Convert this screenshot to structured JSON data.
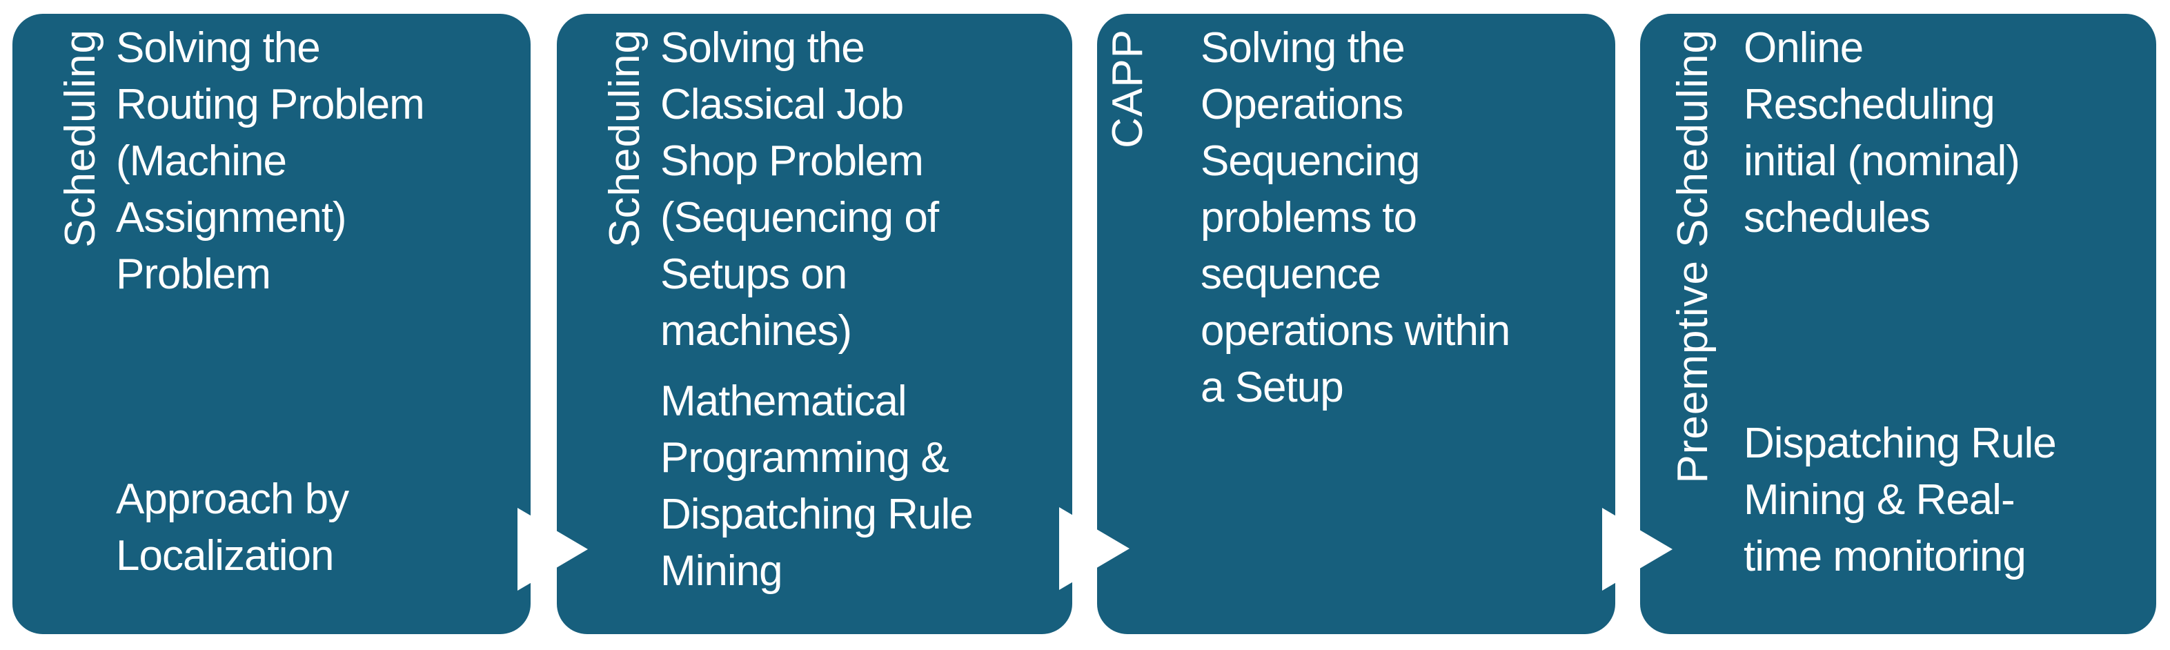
{
  "diagram": {
    "background_color": "#FFFFFF",
    "box_color": "#175F7D",
    "text_color": "#FFFFFF",
    "arrow_color": "#FFFFFF",
    "arrow_icon": "triangle-right"
  },
  "boxes": [
    {
      "side_label": "Scheduling",
      "text_top": "Solving the\nRouting Problem\n(Machine\nAssignment)\nProblem",
      "text_bottom": "Approach by\nLocalization"
    },
    {
      "side_label": "Scheduling",
      "text_top": "Solving the\nClassical Job\nShop Problem\n(Sequencing of\nSetups on\nmachines)",
      "text_bottom": "Mathematical\nProgramming &\nDispatching Rule\nMining"
    },
    {
      "side_label": "CAPP",
      "text_top": "Solving the\nOperations\nSequencing\nproblems to\nsequence\noperations within\na Setup",
      "text_bottom": ""
    },
    {
      "side_label": "Preemptive Scheduling",
      "text_top": "Online\nRescheduling\ninitial (nominal)\nschedules",
      "text_bottom": "Dispatching Rule\nMining & Real-\ntime monitoring"
    }
  ],
  "arrows": [
    {
      "name": "stage-1-to-2"
    },
    {
      "name": "stage-2-to-3"
    },
    {
      "name": "stage-3-to-4"
    }
  ]
}
